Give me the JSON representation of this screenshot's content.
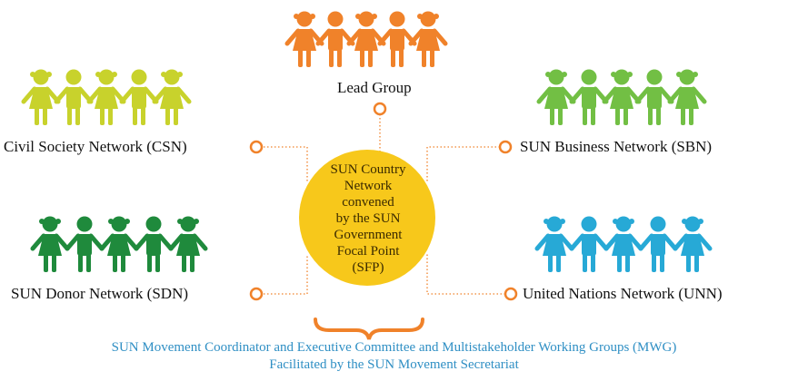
{
  "center": {
    "lines": [
      "SUN Country",
      "Network",
      "convened",
      "by the SUN",
      "Government",
      "Focal Point",
      "(SFP)"
    ]
  },
  "groups": {
    "lead": {
      "label": "Lead Group",
      "color": "#f0822a"
    },
    "csn": {
      "label": "Civil Society Network (CSN)",
      "color": "#c8d22c"
    },
    "sbn": {
      "label": "SUN Business Network (SBN)",
      "color": "#72bf44"
    },
    "sdn": {
      "label": "SUN Donor Network (SDN)",
      "color": "#1f8a3c"
    },
    "unn": {
      "label": "United Nations Network (UNN)",
      "color": "#27a9d6"
    }
  },
  "footer": {
    "line1": "SUN Movement Coordinator and Executive Committee and Multistakeholder Working Groups (MWG)",
    "line2": "Facilitated by the SUN Movement Secretariat"
  },
  "colors": {
    "center_fill": "#f7c81b",
    "connector": "#f0822a",
    "footer_text": "#2f8fc4",
    "brace": "#f0822a"
  },
  "icons": {
    "people": "person-chain-icon",
    "connector_node": "ring-node-icon",
    "brace": "curly-brace-icon"
  }
}
